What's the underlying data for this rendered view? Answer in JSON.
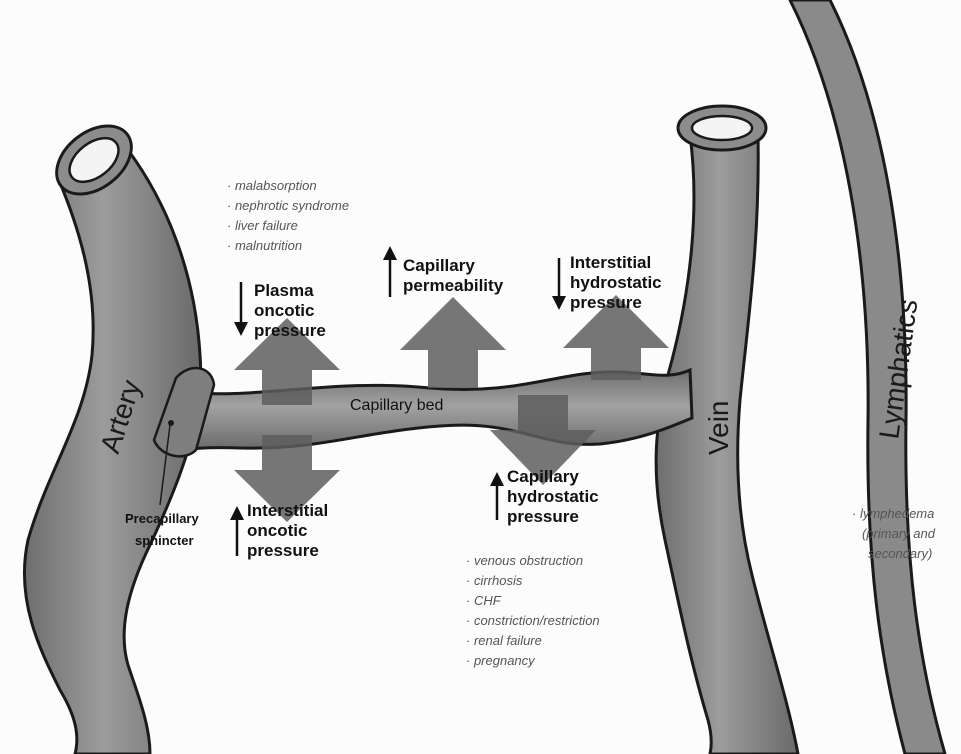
{
  "vessels": {
    "artery": "Artery",
    "vein": "Vein",
    "lymphatics": "Lymphatics",
    "capillary_bed": "Capillary bed"
  },
  "sphincter": {
    "line1": "Precapillary",
    "line2": "sphincter"
  },
  "factors": {
    "plasma_oncotic": {
      "direction": "down",
      "lines": [
        "Plasma",
        "oncotic",
        "pressure"
      ]
    },
    "capillary_permeability": {
      "direction": "up",
      "lines": [
        "Capillary",
        "permeability"
      ]
    },
    "interstitial_hydrostatic": {
      "direction": "down",
      "lines": [
        "Interstitial",
        "hydrostatic",
        "pressure"
      ]
    },
    "interstitial_oncotic": {
      "direction": "up",
      "lines": [
        "Interstitial",
        "oncotic",
        "pressure"
      ]
    },
    "capillary_hydrostatic": {
      "direction": "up",
      "lines": [
        "Capillary",
        "hydrostatic",
        "pressure"
      ]
    }
  },
  "causes": {
    "low_oncotic": [
      "· malabsorption",
      "· nephrotic syndrome",
      "· liver failure",
      "· malnutrition"
    ],
    "high_hydrostatic": [
      "· venous obstruction",
      "· cirrhosis",
      "· CHF",
      "· constriction/restriction",
      "· renal failure",
      "· pregnancy"
    ],
    "lymphatic": [
      "· lymphedema",
      "(primary and",
      "secondary)"
    ]
  },
  "colors": {
    "vessel_fill": "#8f8f8f",
    "vessel_stroke": "#1a1a1a",
    "arrow_fill": "#6a6a6a",
    "bold_text": "#111111",
    "italic_text": "#555555"
  }
}
